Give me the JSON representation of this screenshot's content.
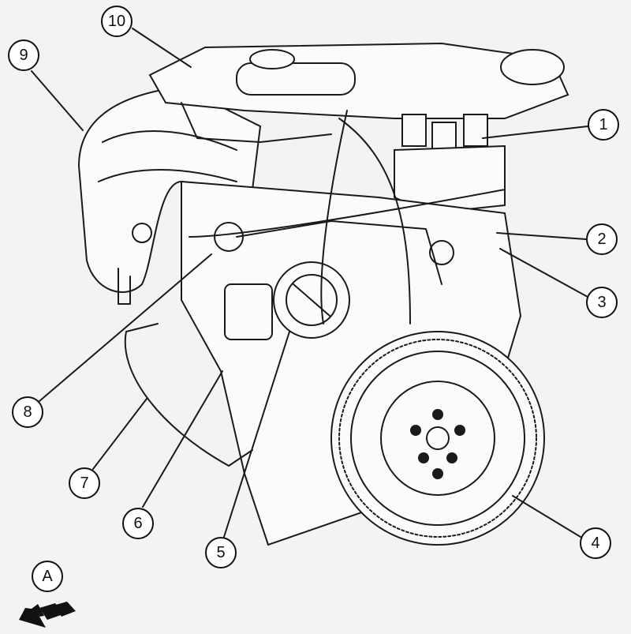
{
  "diagram": {
    "subject": "engine",
    "callouts": [
      {
        "label": "1"
      },
      {
        "label": "2"
      },
      {
        "label": "3"
      },
      {
        "label": "4"
      },
      {
        "label": "5"
      },
      {
        "label": "6"
      },
      {
        "label": "7"
      },
      {
        "label": "8"
      },
      {
        "label": "9"
      },
      {
        "label": "10"
      }
    ],
    "view_marker": {
      "label": "A",
      "icon": "direction-arrow-icon"
    }
  }
}
